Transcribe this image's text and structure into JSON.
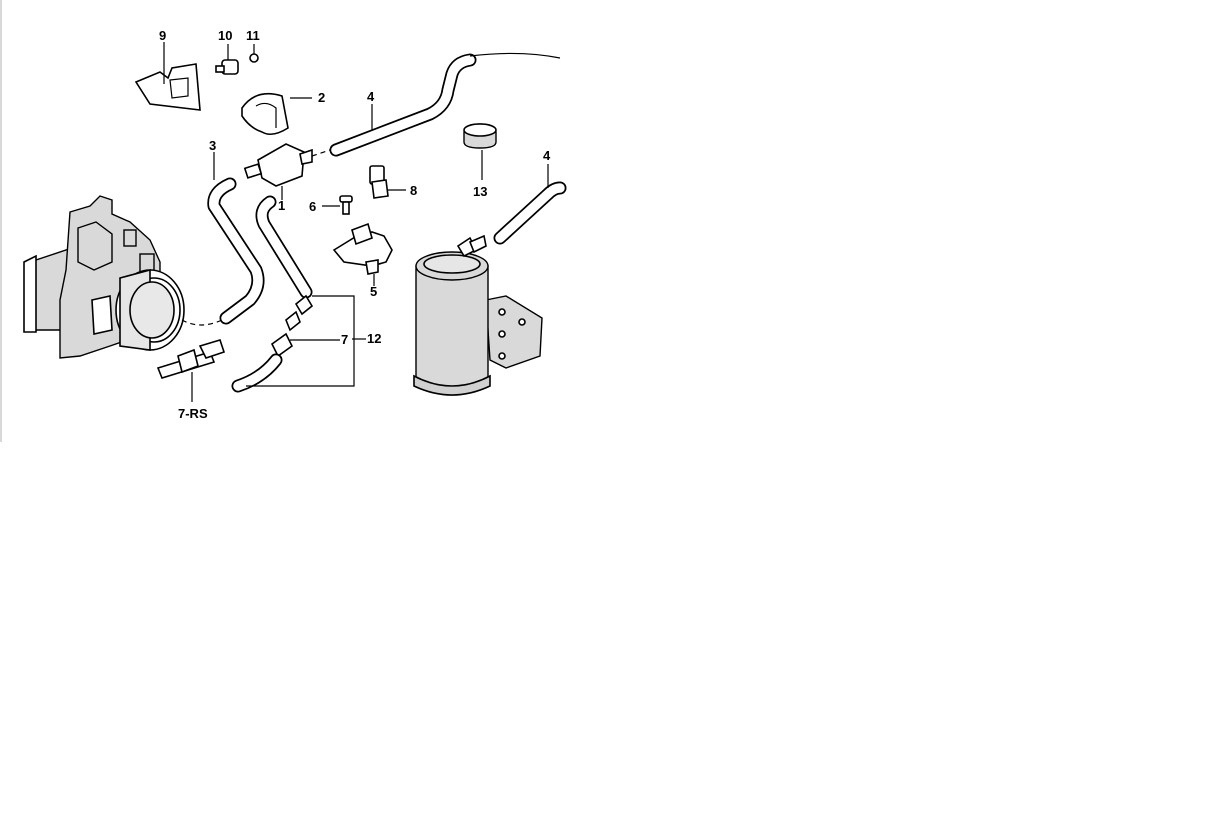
{
  "diagram": {
    "callouts": {
      "p9": "9",
      "p10": "10",
      "p11": "11",
      "p2": "2",
      "p4a": "4",
      "p3": "3",
      "p1": "1",
      "p6": "6",
      "p8": "8",
      "p13": "13",
      "p4b": "4",
      "p5": "5",
      "p7": "7",
      "p12": "12",
      "p7rs": "7-RS"
    }
  }
}
